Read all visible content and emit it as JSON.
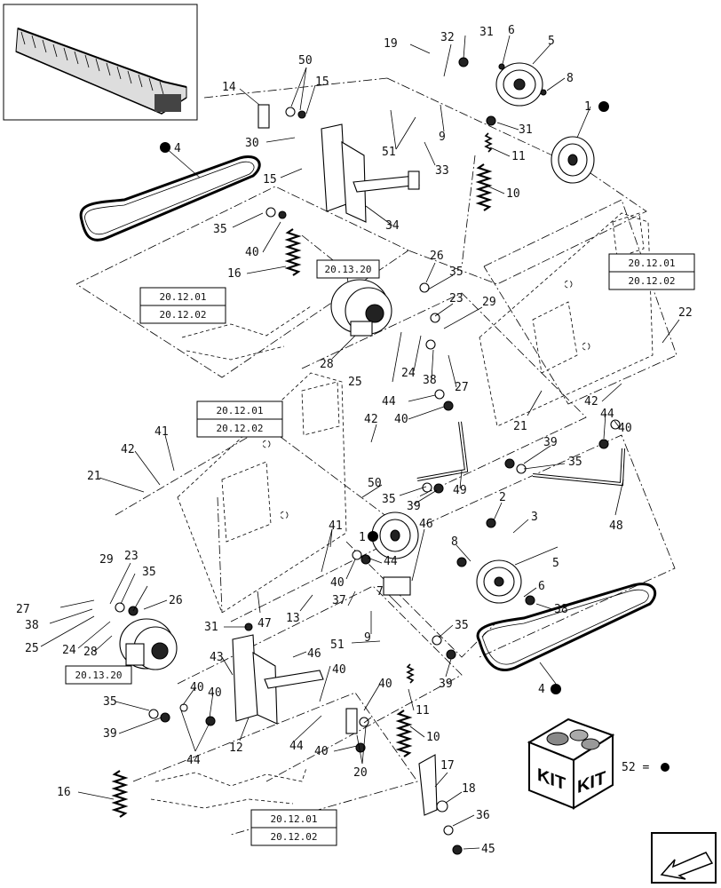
{
  "ref_boxes": [
    {
      "top": "20.13.20"
    },
    {
      "top": "20.12.01",
      "bottom": "20.12.02"
    },
    {
      "top": "20.12.01",
      "bottom": "20.12.02"
    },
    {
      "top": "20.12.01",
      "bottom": "20.12.02"
    },
    {
      "top": "20.13.20"
    },
    {
      "top": "20.12.01",
      "bottom": "20.12.02"
    }
  ],
  "callouts": [
    "1",
    "2",
    "3",
    "4",
    "5",
    "6",
    "7",
    "8",
    "9",
    "10",
    "11",
    "12",
    "13",
    "14",
    "15",
    "16",
    "17",
    "18",
    "19",
    "20",
    "21",
    "22",
    "23",
    "24",
    "25",
    "26",
    "27",
    "28",
    "29",
    "30",
    "31",
    "32",
    "33",
    "34",
    "35",
    "36",
    "37",
    "38",
    "39",
    "40",
    "41",
    "42",
    "43",
    "44",
    "45",
    "46",
    "47",
    "48",
    "49",
    "50",
    "51",
    "52"
  ],
  "labels": {
    "c50": "50",
    "c15a": "15",
    "c14": "14",
    "c30": "30",
    "c15b": "15",
    "c51a": "51",
    "c19": "19",
    "c32": "32",
    "c31a": "31",
    "c6a": "6",
    "c5a": "5",
    "c8a": "8",
    "c9a": "9",
    "c31b": "31",
    "c1a": "1",
    "c33": "33",
    "c11a": "11",
    "c10a": "10",
    "c4a": "4",
    "c34": "34",
    "c35a": "35",
    "c40a": "40",
    "c16a": "16",
    "c26a": "26",
    "c35b": "35",
    "c23a": "23",
    "c29a": "29",
    "c22": "22",
    "c28a": "28",
    "c25a": "25",
    "c24a": "24",
    "c38a": "38",
    "c27a": "27",
    "c44a": "44",
    "c40b": "40",
    "c42a": "42",
    "c21a": "21",
    "c42b": "42",
    "c44b": "44",
    "c40c": "40",
    "c39a": "39",
    "c35c": "35",
    "c41a": "41",
    "c42c": "42",
    "c21b": "21",
    "c50b": "50",
    "c35d": "35",
    "c39b": "39",
    "c49": "49",
    "c48": "48",
    "c2": "2",
    "c3": "3",
    "c1b": "1",
    "c46a": "46",
    "c41b": "41",
    "c8b": "8",
    "c5b": "5",
    "c44c": "44",
    "c40d": "40",
    "c37": "37",
    "c7": "7",
    "c6b": "6",
    "c38b": "38",
    "c29b": "29",
    "c23b": "23",
    "c35e": "35",
    "c26b": "26",
    "c27b": "27",
    "c38c": "38",
    "c25b": "25",
    "c24b": "24",
    "c28b": "28",
    "c47": "47",
    "c13": "13",
    "c31c": "31",
    "c9b": "9",
    "c51b": "51",
    "c35f": "35",
    "c39c": "39",
    "c43": "43",
    "c46b": "46",
    "c40e": "40",
    "c4b": "4",
    "c35g": "35",
    "c40f": "40",
    "c40g": "40",
    "c11b": "11",
    "c39d": "39",
    "c44d": "44",
    "c44e": "44",
    "c12": "12",
    "c40h": "40",
    "c10b": "10",
    "c20": "20",
    "c16b": "16",
    "c17": "17",
    "c18": "18",
    "c36": "36",
    "c45": "45"
  },
  "kit": {
    "left": "KIT",
    "right": "KIT",
    "legend": "52 ="
  },
  "icons": {
    "header": "header-thumbnail-icon",
    "kit": "kit-box-icon",
    "nav": "navigation-arrow-icon",
    "marker": "filled-dot-marker-icon"
  }
}
